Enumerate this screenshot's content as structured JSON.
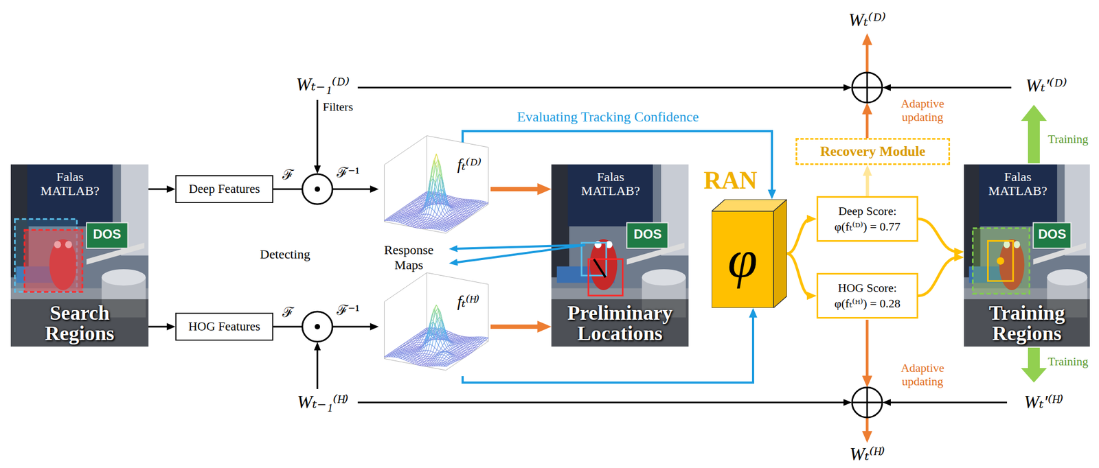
{
  "diagram": {
    "nodes": [
      {
        "text": [
          "Search Regions"
        ]
      },
      {
        "text": [
          "Deep Features"
        ]
      },
      {
        "text": [
          "HOG Features"
        ]
      },
      {
        "text": [
          "fₜ⁽ᴰ⁾"
        ]
      },
      {
        "text": [
          "fₜ⁽ᴴ⁾"
        ]
      },
      {
        "text": [
          "Preliminary Locations"
        ]
      },
      {
        "text": [
          "RAN",
          "φ"
        ]
      },
      {
        "text": [
          "Recovery Module"
        ]
      },
      {
        "text": [
          "Deep Score:",
          "φ(fₜ⁽ᴰ⁾) = 0.77"
        ]
      },
      {
        "text": [
          "HOG Score:",
          "φ(fₜ⁽ᴴ⁾) = 0.28"
        ]
      },
      {
        "text": [
          "Training Regions"
        ]
      }
    ],
    "edges": [
      {
        "from": 0,
        "to": 1,
        "arrow": "to"
      },
      {
        "from": 0,
        "to": 2,
        "arrow": "to"
      },
      {
        "from": 1,
        "to": 3,
        "arrow": "to"
      },
      {
        "from": 2,
        "to": 4,
        "arrow": "to"
      },
      {
        "from": 3,
        "to": 5,
        "arrow": "to"
      },
      {
        "from": 4,
        "to": 5,
        "arrow": "to"
      },
      {
        "from": 3,
        "to": 6,
        "arrow": "to",
        "label": "Evaluating Tracking Confidence"
      },
      {
        "from": 4,
        "to": 6,
        "arrow": "to"
      },
      {
        "from": 6,
        "to": 8,
        "arrow": "to"
      },
      {
        "from": 6,
        "to": 9,
        "arrow": "to"
      },
      {
        "from": 8,
        "to": 10,
        "arrow": "to"
      },
      {
        "from": 9,
        "to": 10,
        "arrow": "to"
      },
      {
        "from": 8,
        "to": 7,
        "arrow": "to"
      }
    ],
    "labels": [
      "Wₜ₋₁⁽ᴰ⁾",
      "Filters",
      "ℱ",
      "ℱ⁻¹",
      "Detecting",
      "Response Maps",
      "ℱ",
      "ℱ⁻¹",
      "Wₜ₋₁⁽ᴴ⁾",
      "Wₜ⁽ᴰ⁾",
      "Wₜ′⁽ᴰ⁾",
      "Adaptive updating",
      "Training",
      "Training",
      "Adaptive updating",
      "Wₜ′⁽ᴴ⁾",
      "Wₜ⁽ᴴ⁾",
      "Falas MATLAB?",
      "DOS",
      "Falas MATLAB?",
      "DOS",
      "Falas MATLAB?",
      "DOS"
    ]
  }
}
